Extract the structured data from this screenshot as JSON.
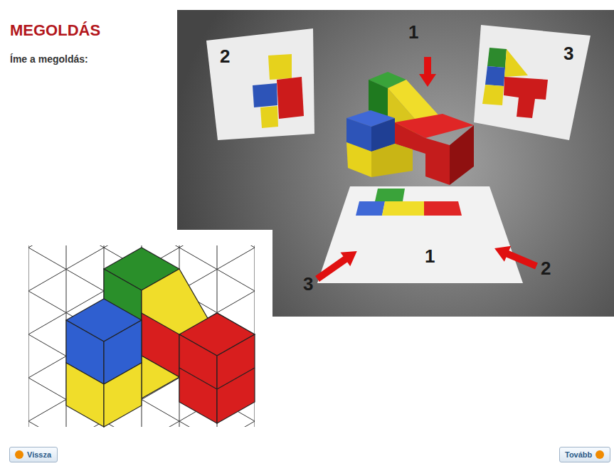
{
  "diagram": {
    "title": "MEGOLDÁS",
    "nodes": [
      {
        "text": [
          "Vissza"
        ]
      },
      {
        "text": [
          "Tovább"
        ]
      }
    ],
    "labels": [
      "Íme a megoldás:",
      "2",
      "1",
      "3",
      "1",
      "3",
      "2"
    ]
  }
}
